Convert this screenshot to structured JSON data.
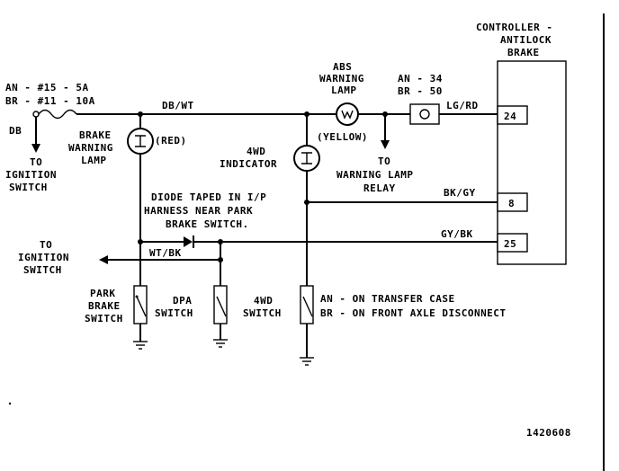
{
  "controller": {
    "line1": "CONTROLLER -",
    "line2": "ANTILOCK",
    "line3": "BRAKE"
  },
  "fuse": {
    "an_label": "AN - #15 - 5A",
    "br_label": "BR - #11 - 10A",
    "wire": "DB"
  },
  "ignition_top": {
    "line1": "TO",
    "line2": "IGNITION",
    "line3": "SWITCH"
  },
  "ignition_left": {
    "line1": "TO",
    "line2": "IGNITION",
    "line3": "SWITCH"
  },
  "brake_lamp": {
    "line1": "BRAKE",
    "line2": "WARNING",
    "line3": "LAMP",
    "color": "(RED)"
  },
  "wire_top": "DB/WT",
  "abs_lamp": {
    "line1": "ABS",
    "line2": "WARNING",
    "line3": "LAMP",
    "color": "(YELLOW)"
  },
  "abs_pins": {
    "an": "AN - 34",
    "br": "BR - 50",
    "wire": "LG/RD"
  },
  "relay": {
    "line1": "TO",
    "line2": "WARNING LAMP",
    "line3": "RELAY"
  },
  "indicator_4wd": {
    "line1": "4WD",
    "line2": "INDICATOR"
  },
  "diode_note": {
    "line1": "DIODE TAPED IN I/P",
    "line2": "HARNESS NEAR PARK",
    "line3": "BRAKE SWITCH."
  },
  "wire_bkgy": "BK/GY",
  "wire_gybk": "GY/BK",
  "wire_wtbk": "WT/BK",
  "pins": {
    "p24": "24",
    "p8": "8",
    "p25": "25"
  },
  "park_switch": {
    "line1": "PARK",
    "line2": "BRAKE",
    "line3": "SWITCH"
  },
  "dpa_switch": {
    "line1": "DPA",
    "line2": "SWITCH"
  },
  "switch_4wd": {
    "line1": "4WD",
    "line2": "SWITCH"
  },
  "transfer_note": {
    "an": "AN - ON TRANSFER CASE",
    "br": "BR - ON FRONT AXLE DISCONNECT"
  },
  "figure_id": "1420608"
}
